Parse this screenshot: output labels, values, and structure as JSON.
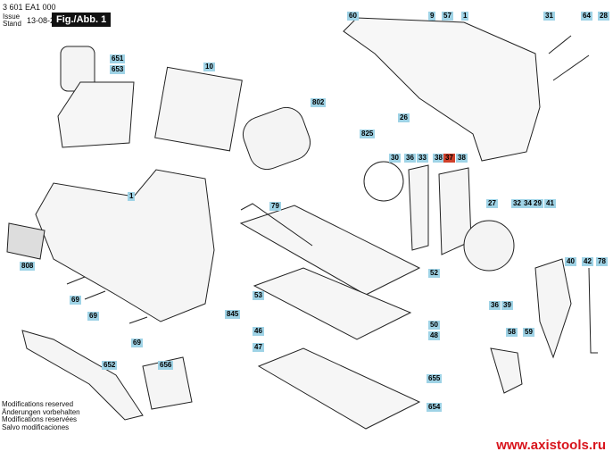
{
  "header": {
    "part_number": "3 601 EA1 000",
    "issue_label": "Issue",
    "stand_label": "Stand",
    "date": "13-08-26",
    "figure": "Fig./Abb. 1"
  },
  "labels": [
    {
      "text": "60"
    },
    {
      "text": "9"
    },
    {
      "text": "57"
    },
    {
      "text": "1"
    },
    {
      "text": "31"
    },
    {
      "text": "64"
    },
    {
      "text": "28"
    },
    {
      "text": "651"
    },
    {
      "text": "653"
    },
    {
      "text": "10"
    },
    {
      "text": "802"
    },
    {
      "text": "825"
    },
    {
      "text": "26"
    },
    {
      "text": "30"
    },
    {
      "text": "36"
    },
    {
      "text": "33"
    },
    {
      "text": "38"
    },
    {
      "text": "37",
      "highlight": "#d0402a"
    },
    {
      "text": "38"
    },
    {
      "text": "1"
    },
    {
      "text": "79"
    },
    {
      "text": "27"
    },
    {
      "text": "32"
    },
    {
      "text": "34"
    },
    {
      "text": "29"
    },
    {
      "text": "41"
    },
    {
      "text": "808"
    },
    {
      "text": "52"
    },
    {
      "text": "40"
    },
    {
      "text": "42"
    },
    {
      "text": "78"
    },
    {
      "text": "69"
    },
    {
      "text": "69"
    },
    {
      "text": "69"
    },
    {
      "text": "53"
    },
    {
      "text": "845"
    },
    {
      "text": "46"
    },
    {
      "text": "47"
    },
    {
      "text": "50"
    },
    {
      "text": "48"
    },
    {
      "text": "36"
    },
    {
      "text": "39"
    },
    {
      "text": "58"
    },
    {
      "text": "59"
    },
    {
      "text": "652"
    },
    {
      "text": "656"
    },
    {
      "text": "655"
    },
    {
      "text": "654"
    }
  ],
  "label_color": "#9fd3e6",
  "notes": [
    "Modifications reserved",
    "Änderungen vorbehalten",
    "Modifications reservées",
    "Salvo modificaciones"
  ],
  "watermark": "www.axistools.ru"
}
